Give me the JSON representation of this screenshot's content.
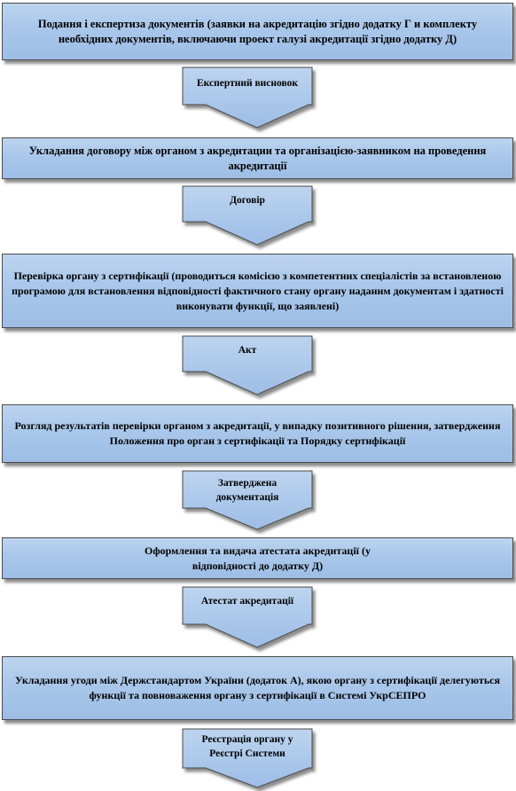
{
  "steps": [
    {
      "text": "Подання  і експертиза  документів  (заявки  на акредитацію   згідно додатку Г  и комплекту  необхідних  документів, включаючи проект  галузі  акредитації згідно додатку   Д)"
    },
    {
      "text": "Укладання  договору між органом  з акредитации  та організацією-заявником  на проведення  акредитації"
    },
    {
      "text": "Перевірка  органу з сертифікації   (проводиться комісією  з компетентних спеціалістів   за встановленою програмою для встановлення відповідності фактичного  стану органу наданим документам і здатності виконувати  функції, що заявлені)"
    },
    {
      "text": "Розгляд  результатів  перевірки органом з акредитації,  у випадку позитивного рішення,  затвердження Положення про орган з сертифікації  та  Порядку сертифікації"
    },
    {
      "text": "Оформлення та видача атестата акредитації (у відповідності до додатку  Д)"
    },
    {
      "text": "Укладання угоди між Держстандартом України  (додаток А), якою органу з сертифікації  делегуються  функції  та повноваження органу з сертифікації  в Системі УкрСЕПРО"
    }
  ],
  "arrows": [
    {
      "label": "Експертний висновок"
    },
    {
      "label": "Договір"
    },
    {
      "label": "Акт"
    },
    {
      "label": "Затверджена документація"
    },
    {
      "label": "Атестат акредитації"
    },
    {
      "label": "Реєстрація органу у Реєстрі Системи"
    }
  ]
}
